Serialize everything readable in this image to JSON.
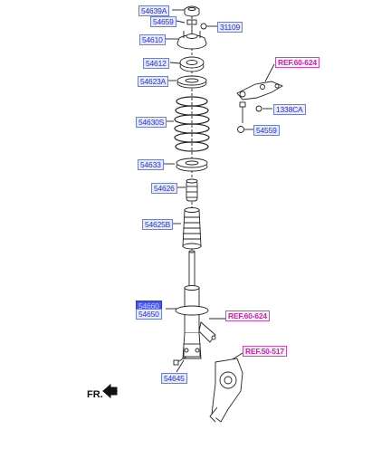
{
  "part_labels": [
    "54639A",
    "54659",
    "31109",
    "54610",
    "54612",
    "54623A",
    "54630S",
    "54633",
    "54626",
    "54625B",
    "54660",
    "54650",
    "1338CA",
    "54559",
    "54645"
  ],
  "ref_labels": [
    "REF.60-624",
    "REF.60-624",
    "REF.50-517"
  ],
  "direction_label": "FR."
}
